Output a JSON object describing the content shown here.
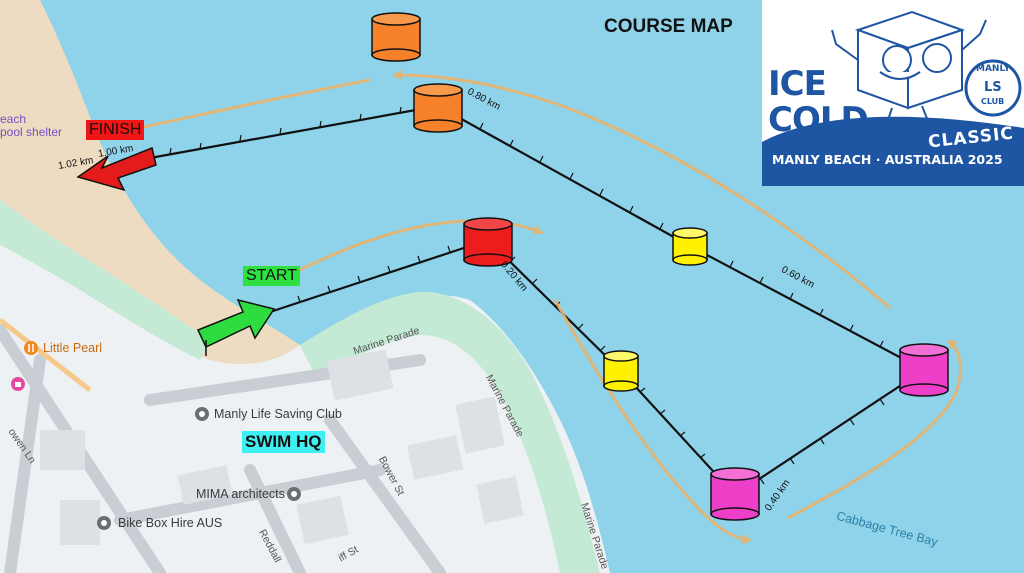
{
  "title": "COURSE MAP",
  "markers": {
    "finish": "FINISH",
    "start": "START",
    "swim_hq": "SWIM HQ"
  },
  "distances": {
    "d080": "0.80 km",
    "d060": "0.60 km",
    "d040": "0.40 km",
    "d020": "0.20 km",
    "d102": "1.02 km",
    "d100": "1.00 km"
  },
  "places": {
    "pool_shelter_1": "each",
    "pool_shelter_2": "pool shelter",
    "little_pearl": "Little Pearl",
    "manly_lsc": "Manly Life Saving Club",
    "mima": "MIMA architects",
    "bike_box": "Bike Box Hire AUS",
    "cabbage_tree_bay": "Cabbage Tree Bay"
  },
  "streets": {
    "marine_parade_1": "Marine Parade",
    "marine_parade_2": "Marine Parade",
    "marine_parade_3": "Marine Parade",
    "bower": "Bower St",
    "reddall": "Reddall",
    "iff": "iff St",
    "owen": "owen Ln"
  },
  "logo": {
    "line1": "ICE",
    "line2": "COLD",
    "classic": "CLASSIC",
    "club_top": "MANLY",
    "club_mid": "LS",
    "club_bottom": "CLUB",
    "banner": "MANLY BEACH · AUSTRALIA 2025"
  },
  "colors": {
    "water": "#8fd3ea",
    "sand": "#eddcc2",
    "land": "#eef1f3",
    "park": "#c4ead5",
    "buoy_orange": "#f5822a",
    "buoy_red": "#ee1d1d",
    "buoy_yellow": "#fff200",
    "buoy_magenta": "#ee3fc8",
    "arrow_tan": "#e9b26a",
    "logo_blue": "#1e56a3"
  },
  "icons": [
    "finish-arrow-icon",
    "start-arrow-icon",
    "buoy-icon",
    "map-pin-icon",
    "restaurant-icon",
    "shop-icon"
  ]
}
